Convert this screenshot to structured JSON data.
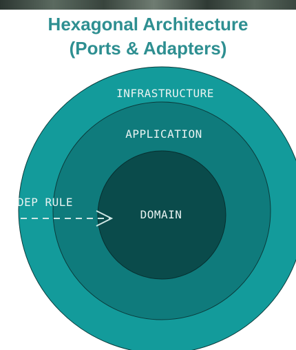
{
  "title": {
    "line1": "Hexagonal Architecture",
    "line2": "(Ports & Adapters)"
  },
  "layers": [
    {
      "key": "infrastructure",
      "label": "INFRASTRUCTURE",
      "color": "#139b9b"
    },
    {
      "key": "application",
      "label": "APPLICATION",
      "color": "#0f7b7c"
    },
    {
      "key": "domain",
      "label": "DOMAIN",
      "color": "#0a4b4b"
    }
  ],
  "dependency_rule": {
    "label": "DEP RULE",
    "arrow_color": "#cfe6e4"
  }
}
